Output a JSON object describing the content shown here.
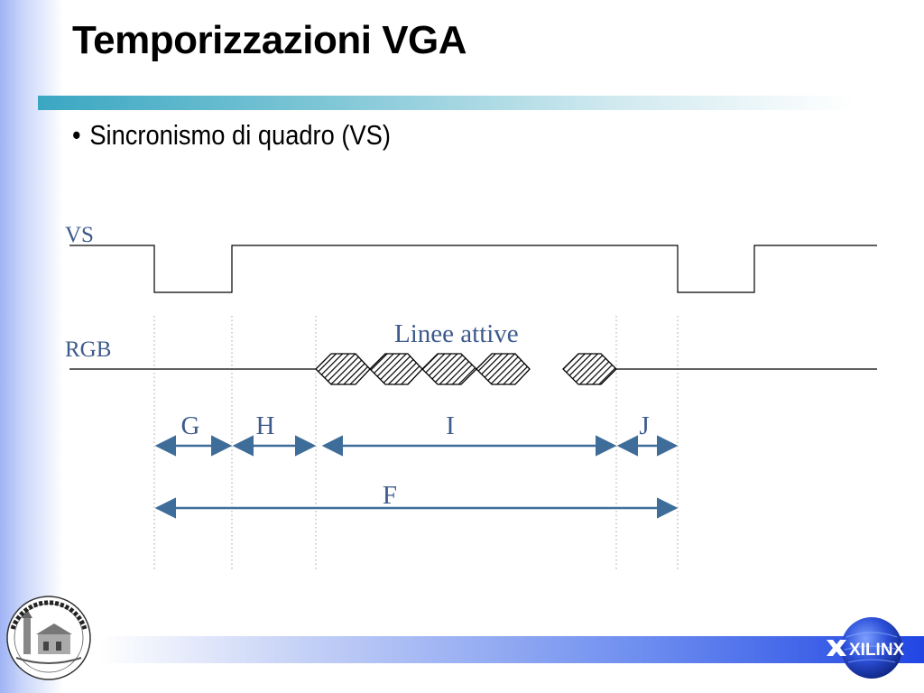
{
  "slide": {
    "title": "Temporizzazioni VGA",
    "bullet": "Sincronismo di quadro (VS)"
  },
  "diagram": {
    "signals": {
      "vs": "VS",
      "rgb": "RGB"
    },
    "active_lines_label": "Linee attive",
    "intervals": {
      "g": "G",
      "h": "H",
      "i": "I",
      "j": "J",
      "f": "F"
    },
    "colors": {
      "label": "#3d5a8c",
      "arrow": "#3e6d9a",
      "waveform": "#000000"
    }
  },
  "logos": {
    "university": "UNIVERSITA' DEGLI STUDI DI TRIESTE",
    "xilinx": "XILINX"
  }
}
